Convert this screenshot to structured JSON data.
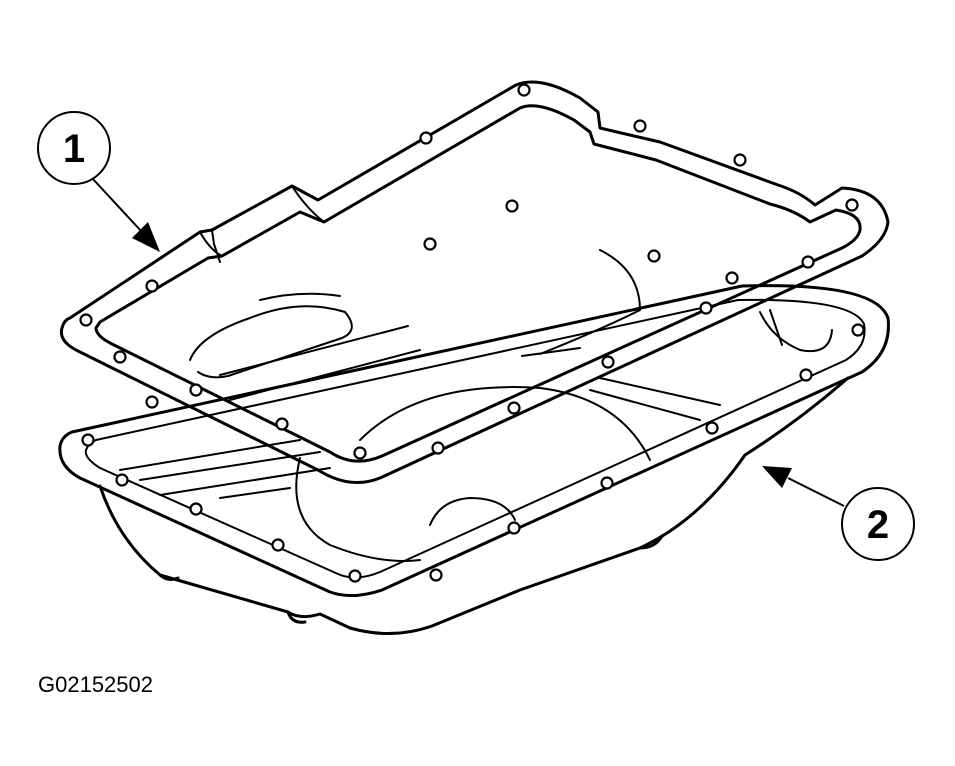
{
  "callouts": [
    {
      "number": "1",
      "refers_to": "gasket"
    },
    {
      "number": "2",
      "refers_to": "oil-pan"
    }
  ],
  "figure_code": "G02152502"
}
